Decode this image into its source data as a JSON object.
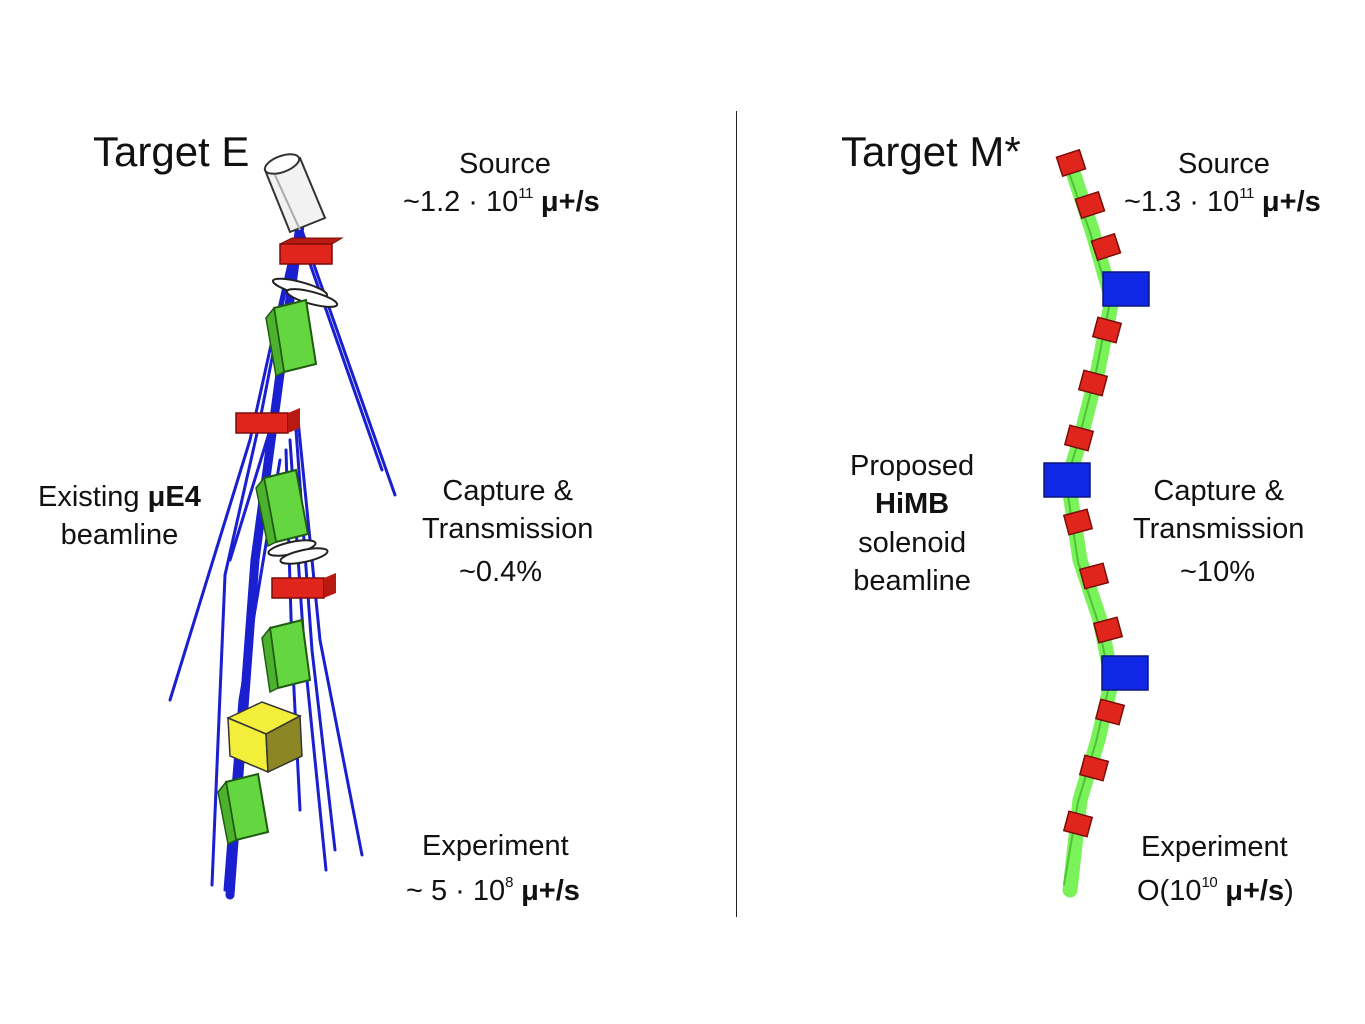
{
  "left": {
    "title": "Target E",
    "source_label": "Source",
    "source_value_prefix": "~1.2 · 10",
    "source_value_exp": "11",
    "source_value_unit": "μ+/s",
    "capture_label_1": "Capture &",
    "capture_label_2": "Transmission",
    "capture_value": "~0.4%",
    "experiment_label": "Experiment",
    "experiment_value_prefix": "~ 5 · 10",
    "experiment_value_exp": "8",
    "experiment_value_unit": "μ+/s",
    "side_line1_a": "Existing ",
    "side_line1_b": "μE4",
    "side_line2": "beamline"
  },
  "right": {
    "title": "Target M*",
    "source_label": "Source",
    "source_value_prefix": "~1.3 · 10",
    "source_value_exp": "11",
    "source_value_unit": "μ+/s",
    "capture_label_1": "Capture &",
    "capture_label_2": "Transmission",
    "capture_value": "~10%",
    "experiment_label": "Experiment",
    "experiment_value_prefix": "O(10",
    "experiment_value_exp": "10",
    "experiment_value_unit": "μ+/s",
    "experiment_value_suffix": ")",
    "side_line1": "Proposed",
    "side_line2": "HiMB",
    "side_line3": "solenoid",
    "side_line4": "beamline"
  },
  "colors": {
    "beam_blue": "#1a1fd0",
    "beam_green": "#7af25a",
    "magnet_red": "#e0261c",
    "quad_green": "#63d640",
    "dipole_yellow": "#f2ee3a",
    "solenoid_blue": "#1028e6"
  }
}
